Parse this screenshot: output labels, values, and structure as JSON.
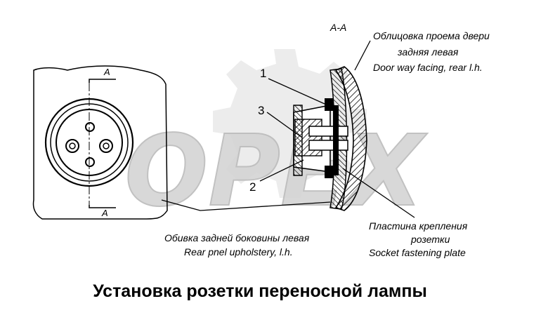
{
  "watermark": {
    "text": "OPEX",
    "color": "#d4d4d4"
  },
  "section": {
    "title": "A-A",
    "marker_top": "A",
    "marker_bottom": "A"
  },
  "callouts": {
    "c1": "1",
    "c2": "2",
    "c3": "3"
  },
  "labels": {
    "door_ru_1": "Облицовка проема двери",
    "door_ru_2": "задняя левая",
    "door_en": "Door way facing, rear l.h.",
    "uph_ru": "Обивка задней боковины левая",
    "uph_en": "Rear pnel upholstery, l.h.",
    "plate_ru_1": "Пластина крепления",
    "plate_ru_2": "розетки",
    "plate_en": "Socket fastening plate"
  },
  "caption": "Установка розетки переносной лампы"
}
